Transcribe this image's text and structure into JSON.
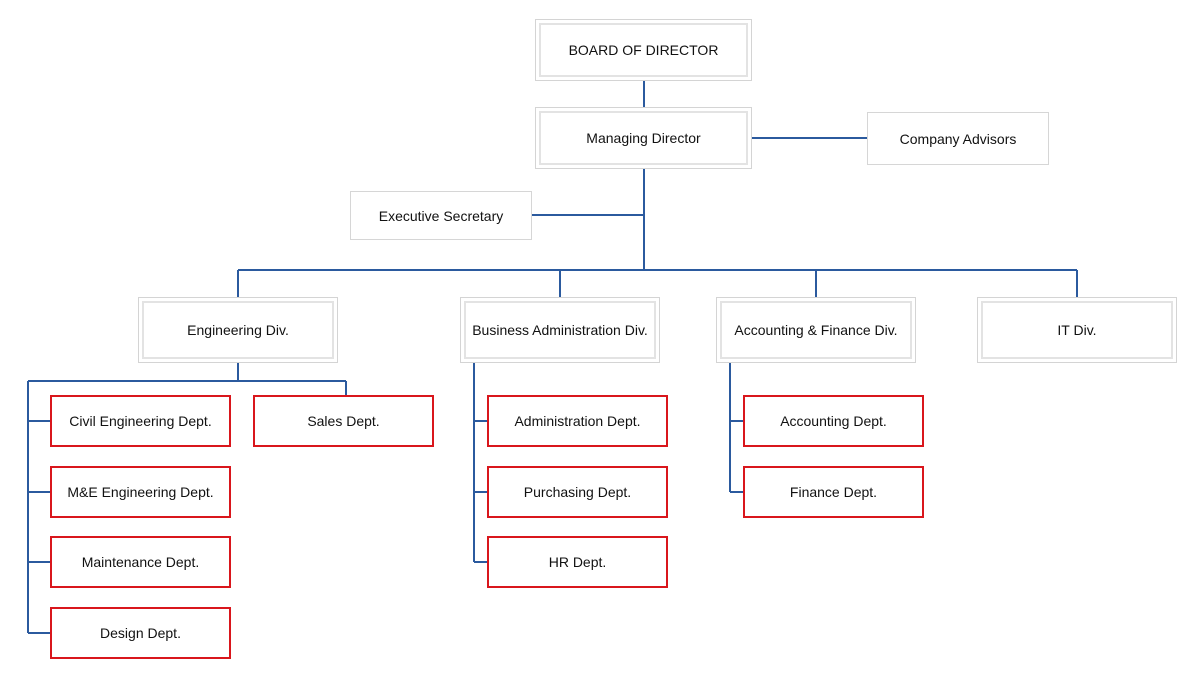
{
  "board": {
    "label": "BOARD OF DIRECTOR"
  },
  "managing_director": {
    "label": "Managing Director"
  },
  "company_advisors": {
    "label": "Company Advisors"
  },
  "executive_secretary": {
    "label": "Executive Secretary"
  },
  "divisions": {
    "engineering": {
      "label": "Engineering Div.",
      "departments": [
        "Civil Engineering Dept.",
        "M&E Engineering Dept.",
        "Maintenance Dept.",
        "Design Dept.",
        "Sales Dept."
      ]
    },
    "business_admin": {
      "label": "Business Administration Div.",
      "departments": [
        "Administration Dept.",
        "Purchasing Dept.",
        "HR Dept."
      ]
    },
    "accounting_finance": {
      "label": "Accounting & Finance Div.",
      "departments": [
        "Accounting Dept.",
        "Finance Dept."
      ]
    },
    "it": {
      "label": "IT Div."
    }
  },
  "colors": {
    "connector": "#2b5a9e",
    "department_border": "#d9161c",
    "node_border": "#d4d4d4"
  }
}
